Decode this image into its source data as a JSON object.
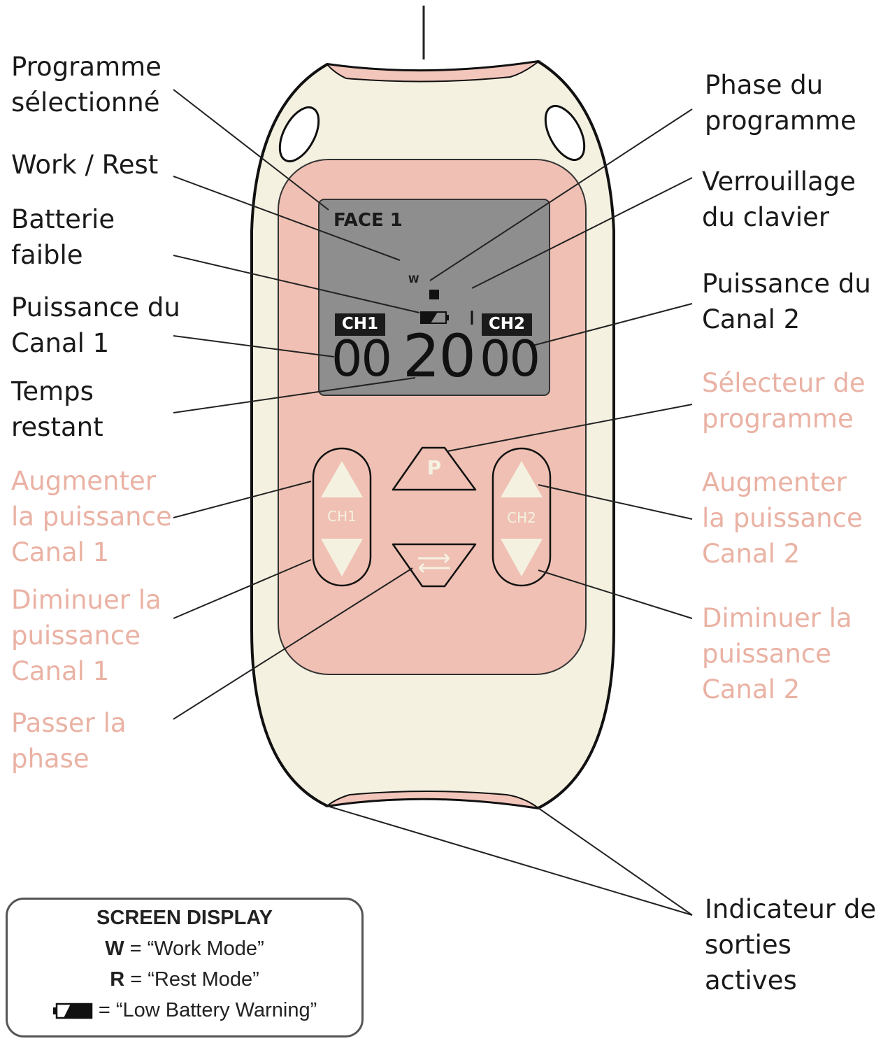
{
  "lcd": {
    "program_name": "FACE 1",
    "mode_letter": "W",
    "ch1_badge": "CH1",
    "ch2_badge": "CH2",
    "ch1_power": "00",
    "time_remaining": "20",
    "ch2_power": "00"
  },
  "buttons": {
    "program_label": "P",
    "ch1_label": "CH1",
    "ch2_label": "CH2"
  },
  "labels": {
    "programme_selectionne": "Programme\nsélectionné",
    "work_rest": "Work / Rest",
    "batterie_faible": "Batterie\nfaible",
    "puissance_canal_1": "Puissance du\nCanal 1",
    "temps_restant": "Temps\nrestant",
    "augmenter_canal_1": "Augmenter\nla  puissance\nCanal 1",
    "diminuer_canal_1": "Diminuer la\npuissance\nCanal 1",
    "passer_phase": "Passer la\nphase",
    "phase_programme": "Phase du\nprogramme",
    "verrouillage_clavier": "Verrouillage\ndu clavier",
    "puissance_canal_2": "Puissance du\nCanal 2",
    "selecteur_programme": "Sélecteur de\nprogramme",
    "augmenter_canal_2": "Augmenter\nla puissance\nCanal 2",
    "diminuer_canal_2": "Diminuer la\npuissance\nCanal 2",
    "indicateur_sorties": "Indicateur de\nsorties actives"
  },
  "legend": {
    "title": "SCREEN DISPLAY",
    "w_key": "W",
    "w_text": " = “Work Mode”",
    "r_key": "R",
    "r_text": " = “Rest Mode”",
    "battery_text": "= “Low Battery Warning”"
  },
  "colors": {
    "body_cream": "#f5f1e1",
    "panel_pink": "#efc0b3",
    "accent_pink": "#f2c6bb",
    "lcd_gray": "#8e8e8e",
    "pink_text": "#eab2a4"
  }
}
